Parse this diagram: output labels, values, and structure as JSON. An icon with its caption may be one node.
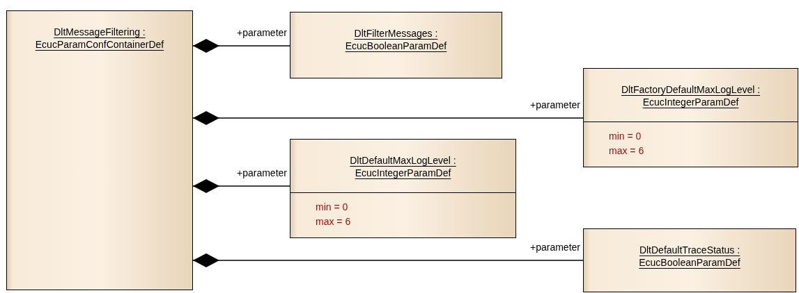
{
  "diagram": {
    "nodes": [
      {
        "text": [
          "DltMessageFiltering : EcucParamConfContainerDef"
        ]
      },
      {
        "text": [
          "DltFilterMessages : EcucBooleanParamDef"
        ]
      },
      {
        "text": [
          "DltFactoryDefaultMaxLogLevel : EcucIntegerParamDef",
          "min = 0",
          "max = 6"
        ]
      },
      {
        "text": [
          "DltDefaultMaxLogLevel : EcucIntegerParamDef",
          "min = 0",
          "max = 6"
        ]
      },
      {
        "text": [
          "DltDefaultTraceStatus : EcucBooleanParamDef"
        ]
      }
    ],
    "edges": [
      {
        "from": 0,
        "to": 1,
        "arrow": "other",
        "label": "+parameter"
      },
      {
        "from": 0,
        "to": 2,
        "arrow": "other",
        "label": "+parameter"
      },
      {
        "from": 0,
        "to": 3,
        "arrow": "other",
        "label": "+parameter"
      },
      {
        "from": 0,
        "to": 4,
        "arrow": "other",
        "label": "+parameter"
      }
    ]
  }
}
